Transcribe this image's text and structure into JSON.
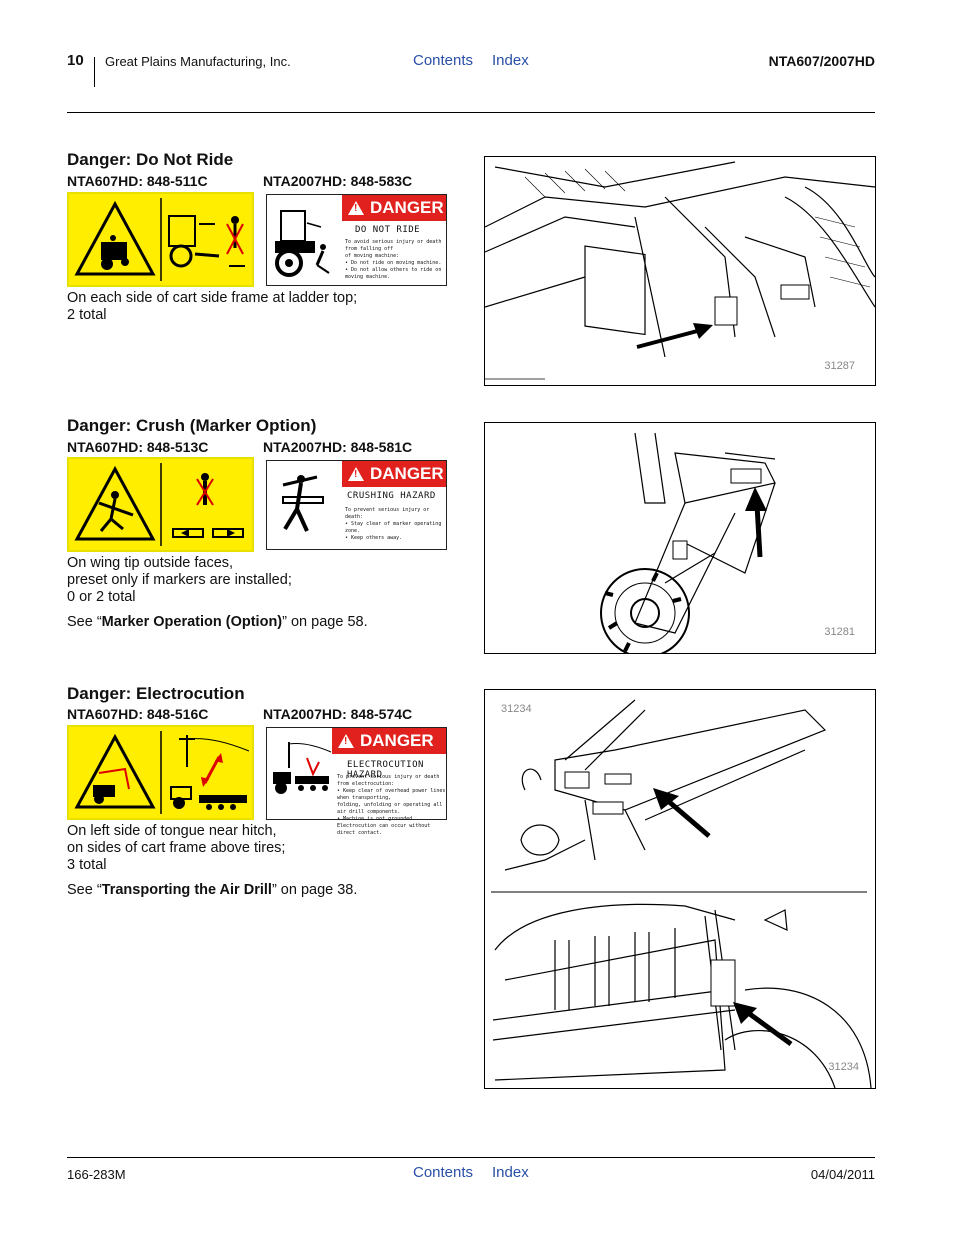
{
  "header": {
    "page_number": "10",
    "company": "Great Plains Manufacturing, Inc.",
    "links": [
      "Contents",
      "Index"
    ],
    "model": "NTA607/2007HD"
  },
  "sections": [
    {
      "title": "Danger: Do Not Ride",
      "part_a": "NTA607HD: 848-511C",
      "part_b": "NTA2007HD: 848-583C",
      "decal_heading": "DO NOT RIDE",
      "decal_lines": [
        "To avoid serious injury or death from falling off",
        "of moving machine:",
        "• Do not ride on moving machine.",
        "• Do not allow others to ride on moving machine."
      ],
      "description": [
        "On each side of cart side frame at ladder top;",
        "2 total"
      ],
      "figure_number": "31287"
    },
    {
      "title": "Danger: Crush (Marker Option)",
      "part_a": "NTA607HD: 848-513C",
      "part_b": "NTA2007HD: 848-581C",
      "decal_heading": "CRUSHING HAZARD",
      "decal_lines": [
        "To prevent serious injury or death:",
        "• Stay clear of marker operating zone.",
        "• Keep others away."
      ],
      "description": [
        "On wing tip outside faces,",
        "preset only if markers are installed;",
        "0 or 2 total"
      ],
      "see_prefix": "See “",
      "see_ref": "Marker Operation (Option)",
      "see_suffix": "” on page 58.",
      "figure_number": "31281"
    },
    {
      "title": "Danger: Electrocution",
      "part_a": "NTA607HD: 848-516C",
      "part_b": "NTA2007HD: 848-574C",
      "decal_heading": "ELECTROCUTION HAZARD",
      "decal_lines": [
        "To prevent serious injury or death from electrocution:",
        "• Keep clear of overhead power lines when transporting,",
        "folding, unfolding or operating all air drill components.",
        "• Machine is not grounded. Electrocution can occur without",
        "direct contact."
      ],
      "description": [
        "On left side of tongue near hitch,",
        "on sides of cart frame above tires;",
        "3 total"
      ],
      "see_prefix": "See “",
      "see_ref": "Transporting the Air Drill",
      "see_suffix": "” on page 38.",
      "figure_number_top": "31234",
      "figure_number_bottom": "31234"
    }
  ],
  "danger_label": "DANGER",
  "footer": {
    "doc_number": "166-283M",
    "links": [
      "Contents",
      "Index"
    ],
    "date": "04/04/2011"
  }
}
